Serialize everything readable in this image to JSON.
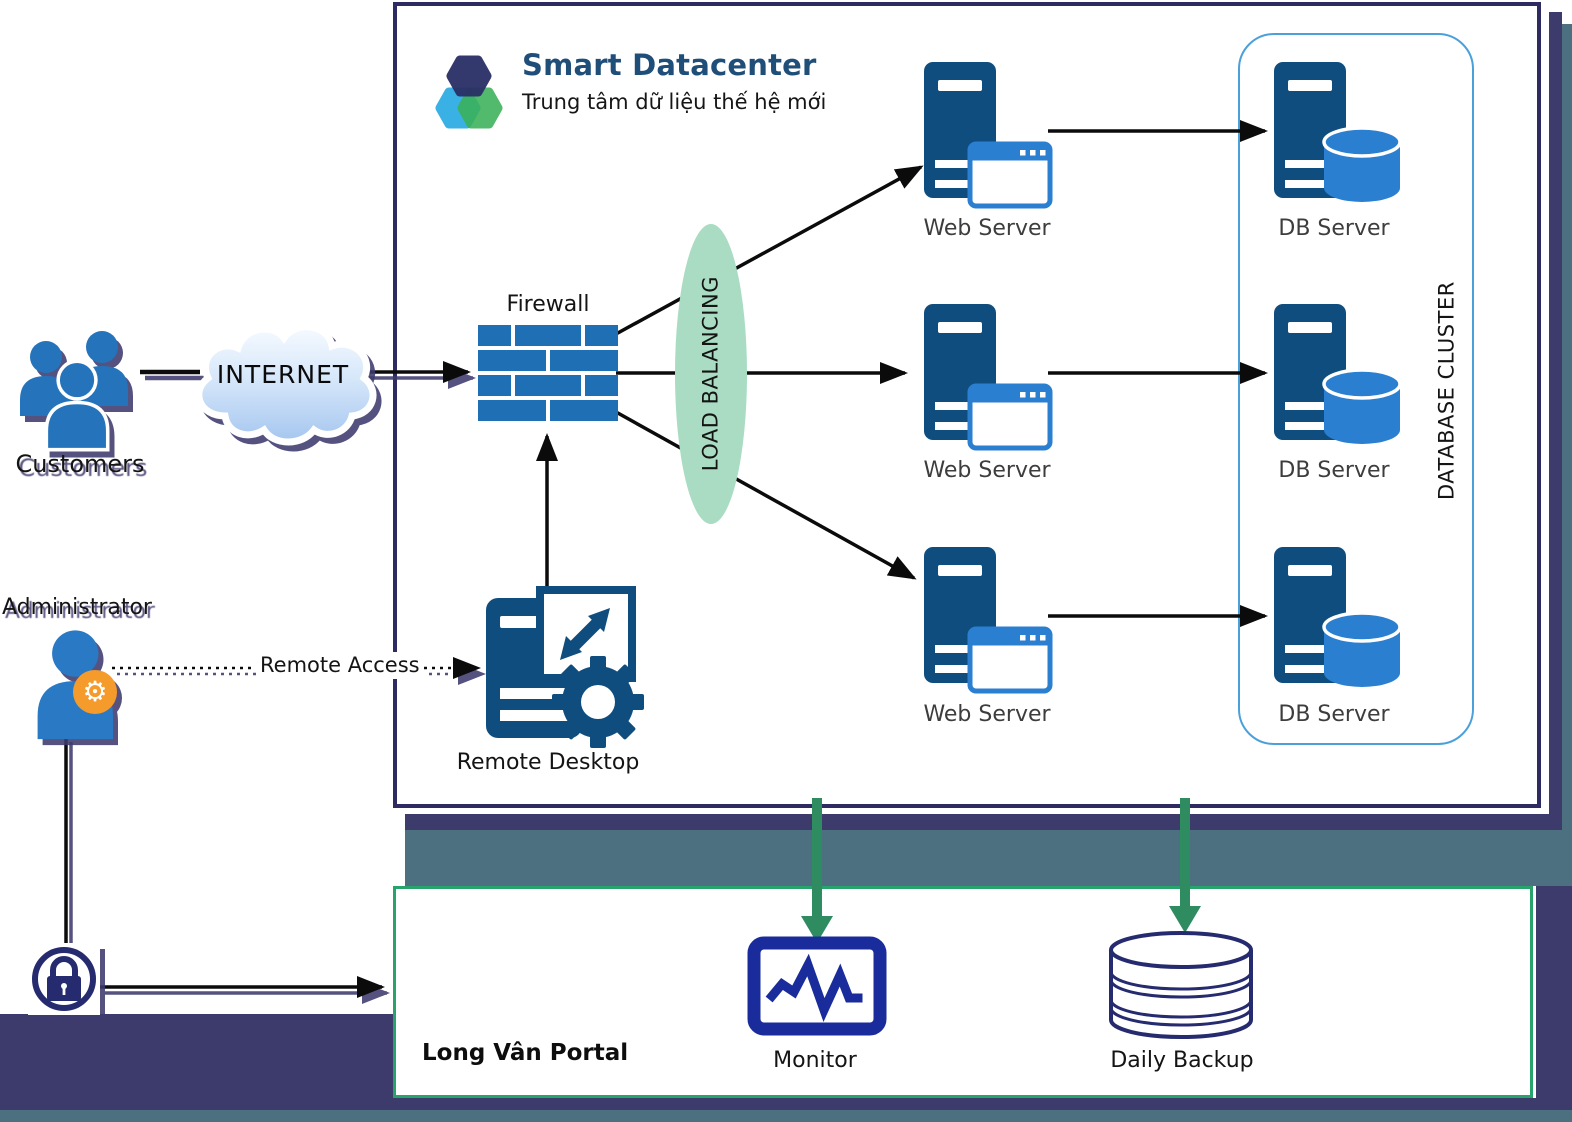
{
  "header": {
    "title": "Smart Datacenter",
    "subtitle": "Trung tâm dữ liệu thế hệ mới"
  },
  "nodes": {
    "customers": "Customers",
    "internet": "INTERNET",
    "firewall": "Firewall",
    "load_balancing": "LOAD BALANCING",
    "web_servers": [
      "Web Server",
      "Web Server",
      "Web Server"
    ],
    "db_servers": [
      "DB Server",
      "DB Server",
      "DB Server"
    ],
    "database_cluster": "DATABASE CLUSTER",
    "remote_desktop": "Remote Desktop",
    "administrator": "Administrator",
    "remote_access": "Remote Access",
    "portal": "Long Vân Portal",
    "monitor": "Monitor",
    "daily_backup": "Daily Backup"
  },
  "icons": {
    "logo": "hexagon-cluster-logo",
    "customers": "users-group-icon",
    "internet": "cloud-icon",
    "firewall": "brick-wall-icon",
    "load_balancer": "green-ellipse",
    "web_server": "server-tower-with-browser-icon",
    "db_server": "server-tower-with-database-icon",
    "remote_desktop": "server-with-remote-arrows-and-gear-icon",
    "administrator": "person-with-gear-badge-icon",
    "security": "padlock-in-circle-icon",
    "monitor": "screen-with-line-graph-icon",
    "daily_backup": "database-cylinder-outline-icon"
  },
  "colors": {
    "server_navy": "#0F4D7F",
    "accent_blue": "#2B7FD0",
    "brick_blue": "#1F6FB5",
    "people_blue": "#2574BB",
    "badge_orange": "#F59B2C",
    "lb_green": "#A9DCC2",
    "arrow_green": "#2F8C61",
    "portal_border_green": "#28A36B",
    "cluster_border_blue": "#4BA0DB",
    "box_border_purple": "#2E2A62",
    "shadow_purple": "#3D3A6C",
    "shadow_teal": "#4C7080",
    "navy_icon": "#252B6E",
    "monitor_navy": "#1A2C9B",
    "title_blue": "#1F4E79"
  }
}
